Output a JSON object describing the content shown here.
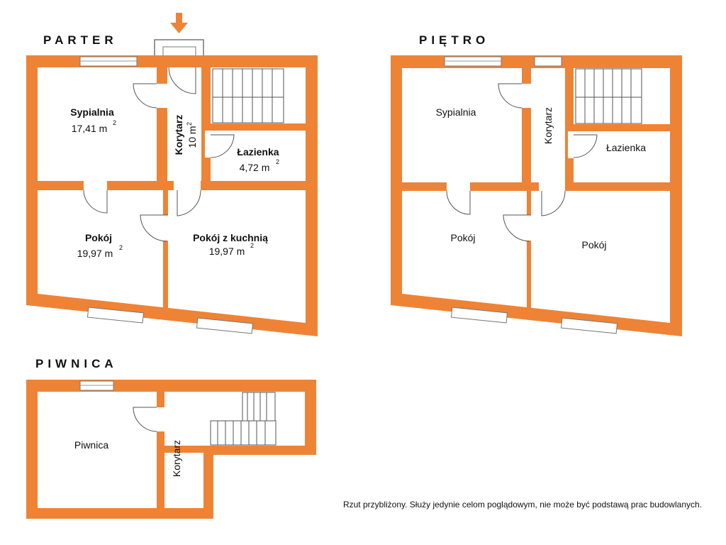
{
  "floors": {
    "parter": {
      "title": "PARTER",
      "rooms": {
        "sypialnia": {
          "name": "Sypialnia",
          "area": "17,41 m",
          "sup": "2"
        },
        "korytarz": {
          "name": "Korytarz",
          "area": "10 m",
          "sup": "2"
        },
        "lazienka": {
          "name": "Łazienka",
          "area": "4,72 m",
          "sup": "2"
        },
        "pokoj": {
          "name": "Pokój",
          "area": "19,97 m",
          "sup": "2"
        },
        "pokoj_kuchnia": {
          "name": "Pokój z kuchnią",
          "area": "19,97 m",
          "sup": "2"
        }
      }
    },
    "pietro": {
      "title": "PIĘTRO",
      "rooms": {
        "sypialnia": {
          "name": "Sypialnia"
        },
        "korytarz": {
          "name": "Korytarz"
        },
        "lazienka": {
          "name": "Łazienka"
        },
        "pokoj_left": {
          "name": "Pokój"
        },
        "pokoj_right": {
          "name": "Pokój"
        }
      }
    },
    "piwnica": {
      "title": "PIWNICA",
      "rooms": {
        "piwnica": {
          "name": "Piwnica"
        },
        "korytarz": {
          "name": "Korytarz"
        }
      }
    }
  },
  "disclaimer": "Rzut przybliżony. Służy jedynie celom poglądowym, nie może być podstawą prac budowlanych.",
  "colors": {
    "wall": "#ee8336",
    "entrance_arrow": "#ee8336"
  }
}
